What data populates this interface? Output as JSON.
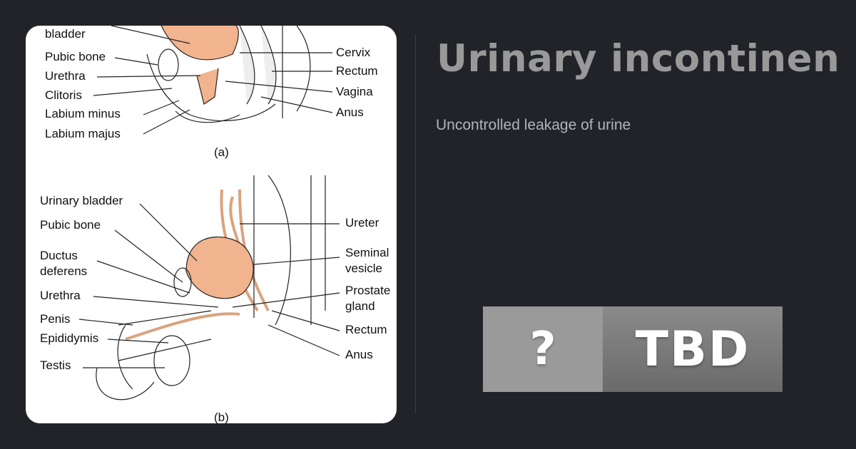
{
  "title": "Urinary incontinen",
  "subtitle": "Uncontrolled leakage of urine",
  "badge": {
    "icon": "?",
    "label": "TBD"
  },
  "diagram": {
    "female": {
      "caption": "(a)",
      "left": [
        "bladder",
        "Pubic bone",
        "Urethra",
        "Clitoris",
        "Labium minus",
        "Labium majus"
      ],
      "right": [
        "Cervix",
        "Rectum",
        "Vagina",
        "Anus"
      ]
    },
    "male": {
      "caption": "(b)",
      "left": [
        "Urinary bladder",
        "Pubic bone",
        "Ductus",
        "deferens",
        "Urethra",
        "Penis",
        "Epididymis",
        "Testis"
      ],
      "right": [
        "Ureter",
        "Seminal",
        "vesicle",
        "Prostate",
        "gland",
        "Rectum",
        "Anus"
      ]
    }
  },
  "colors": {
    "background": "#212328",
    "organ": "#f2b48e"
  }
}
